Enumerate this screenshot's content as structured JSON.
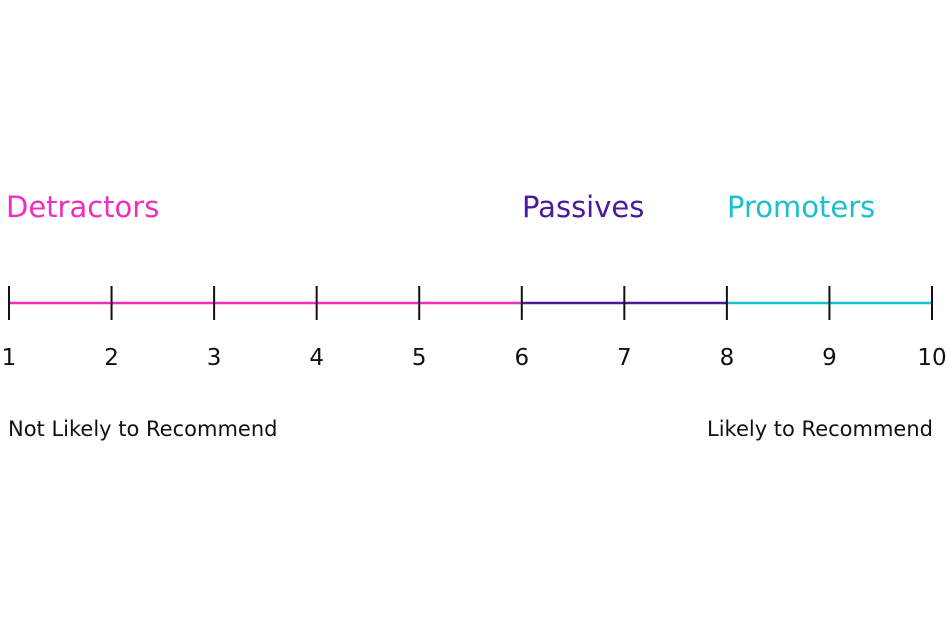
{
  "groups": {
    "detractors": {
      "label": "Detractors",
      "color": "#ee2fbb",
      "range": [
        1,
        6
      ]
    },
    "passives": {
      "label": "Passives",
      "color": "#4a1a9e",
      "range": [
        6,
        8
      ]
    },
    "promoters": {
      "label": "Promoters",
      "color": "#1cc0cc",
      "range": [
        8,
        10
      ]
    }
  },
  "scale": {
    "ticks": [
      "1",
      "2",
      "3",
      "4",
      "5",
      "6",
      "7",
      "8",
      "9",
      "10"
    ]
  },
  "ends": {
    "left": "Not Likely to Recommend",
    "right": "Likely to Recommend"
  }
}
